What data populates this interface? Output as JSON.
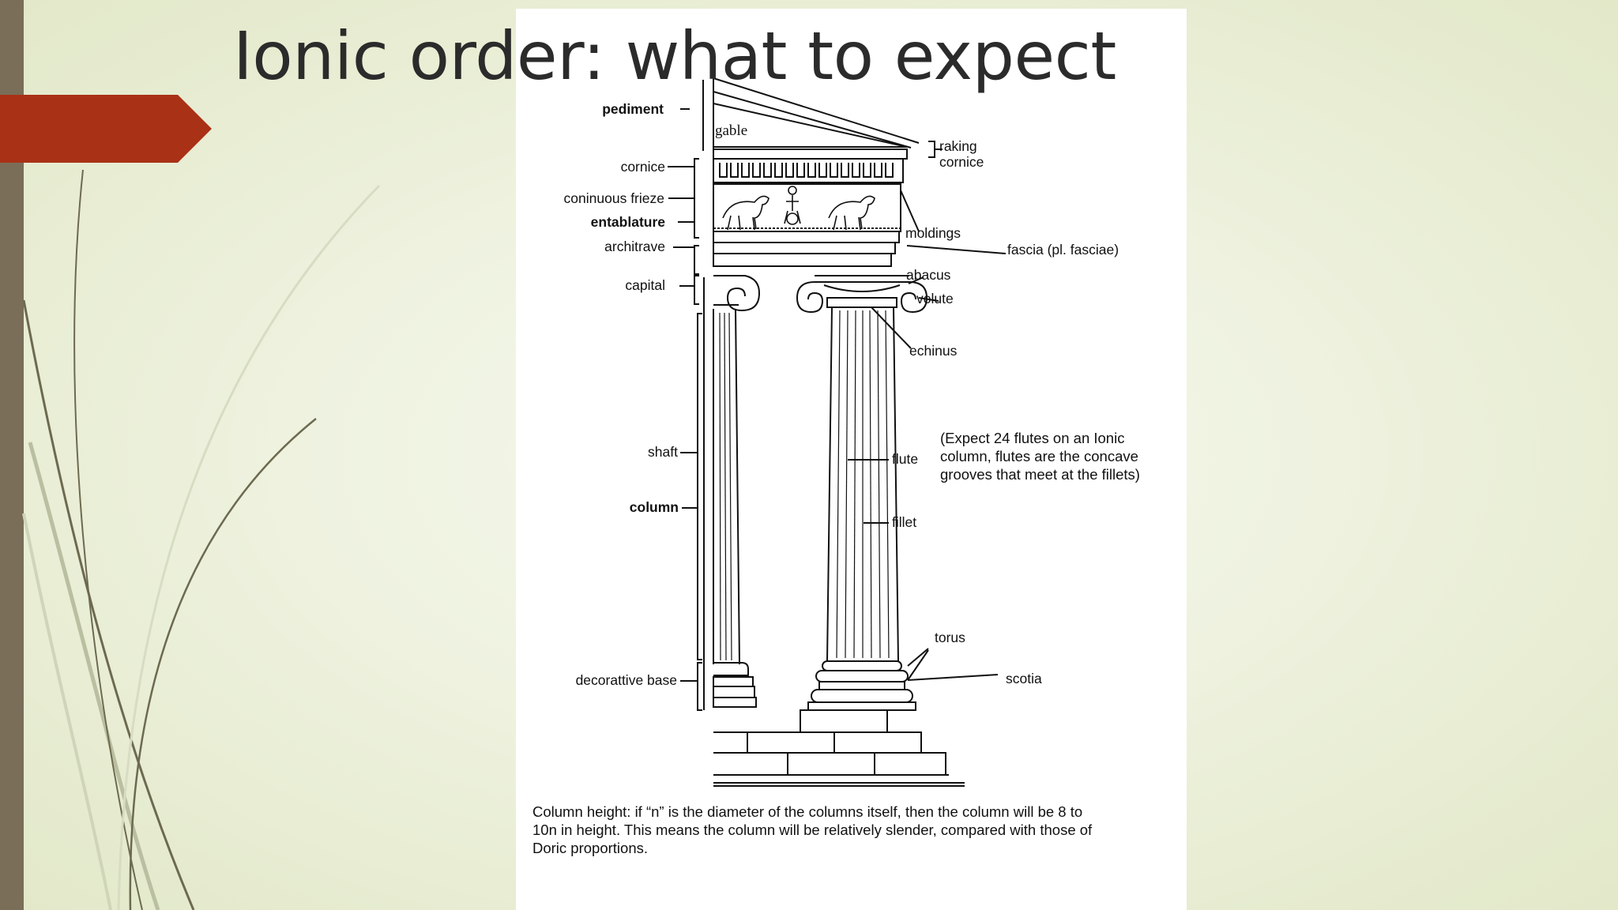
{
  "slide": {
    "title": "Ionic order: what to expect",
    "accent_color": "#a93116",
    "sidebar_color": "#7a6e58"
  },
  "diagram": {
    "labels": {
      "pediment": "pediment",
      "gable": "gable",
      "raking_cornice_1": "raking",
      "raking_cornice_2": "cornice",
      "cornice": "cornice",
      "continuous_frieze": "coninuous  frieze",
      "entablature": "entablature",
      "architrave": "architrave",
      "moldings": "moldings",
      "fascia": "fascia (pl. fasciae)",
      "capital": "capital",
      "abacus": "abacus",
      "volute": "volute",
      "echinus": "echinus",
      "shaft": "shaft",
      "column": "column",
      "flute": "flute",
      "fillet": "fillet",
      "torus": "torus",
      "scotia": "scotia",
      "decorative_base": "decorattive base"
    },
    "flutes_note": "(Expect 24 flutes on an Ionic\ncolumn, flutes are the concave\ngrooves that meet at the fillets)",
    "caption": "Column height: if “n” is the diameter of the columns itself, then the column will be 8 to\n10n in height. This means the column will be relatively slender, compared with those of\nDoric proportions."
  }
}
